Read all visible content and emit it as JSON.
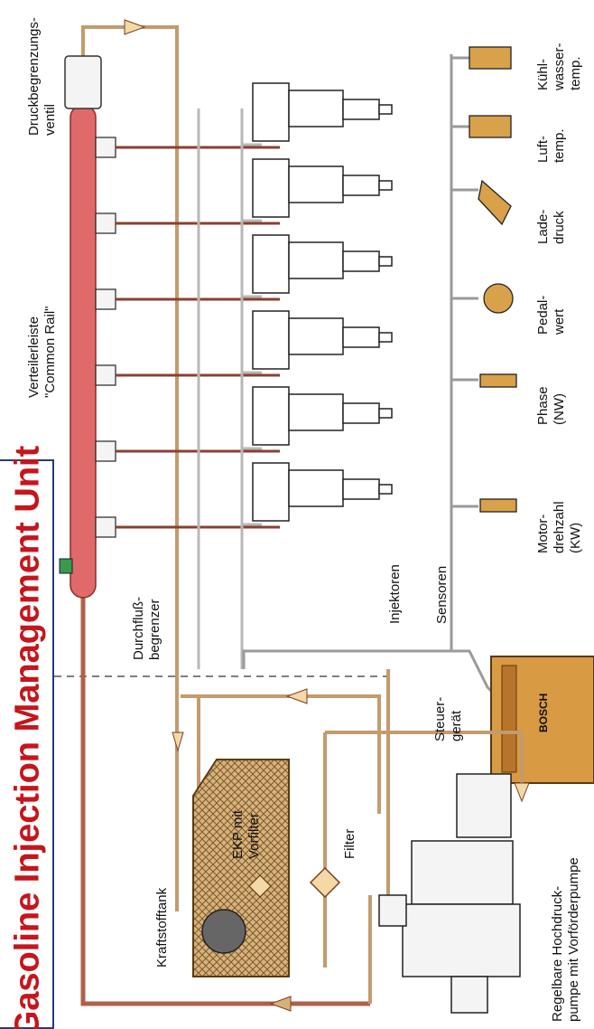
{
  "title": "Gasoline Injection Management Unit",
  "labels": {
    "druckbegrenzung": [
      "Druckbegrenzungs-",
      "ventil"
    ],
    "verteilerleiste": [
      "Verteilerleiste",
      "\"Common Rail\""
    ],
    "durchfluss": [
      "Durchfluß-",
      "begrenzer"
    ],
    "injektoren": "Injektoren",
    "sensoren": "Sensoren",
    "steuergeraet": [
      "Steuer-",
      "gerät"
    ],
    "kraftstofftank": "Kraftstofftank",
    "ekp": [
      "EKP mit",
      "Vorfilter"
    ],
    "filter": "Filter",
    "pumpe": [
      "Regelbare Hochdruck-",
      "pumpe mit Vorförderpumpe"
    ],
    "bosch": "BOSCH",
    "sensor_motordrehzahl": [
      "Motor-",
      "drehzahl",
      "(KW)"
    ],
    "sensor_phase": [
      "Phase",
      "(NW)"
    ],
    "sensor_pedalwert": [
      "Pedal-",
      "wert"
    ],
    "sensor_ladedruck": [
      "Lade-",
      "druck"
    ],
    "sensor_lufttemp": [
      "Luft-",
      "temp."
    ],
    "sensor_kuehlwasser": [
      "Kühl-",
      "wasser-",
      "temp."
    ]
  },
  "colors": {
    "rail": "#e06a6a",
    "fuel_line": "#b8845a",
    "title": "#c4161c",
    "title_border": "#2b3a78",
    "ecu": "#d99a44",
    "tank": "#d9b27a"
  }
}
